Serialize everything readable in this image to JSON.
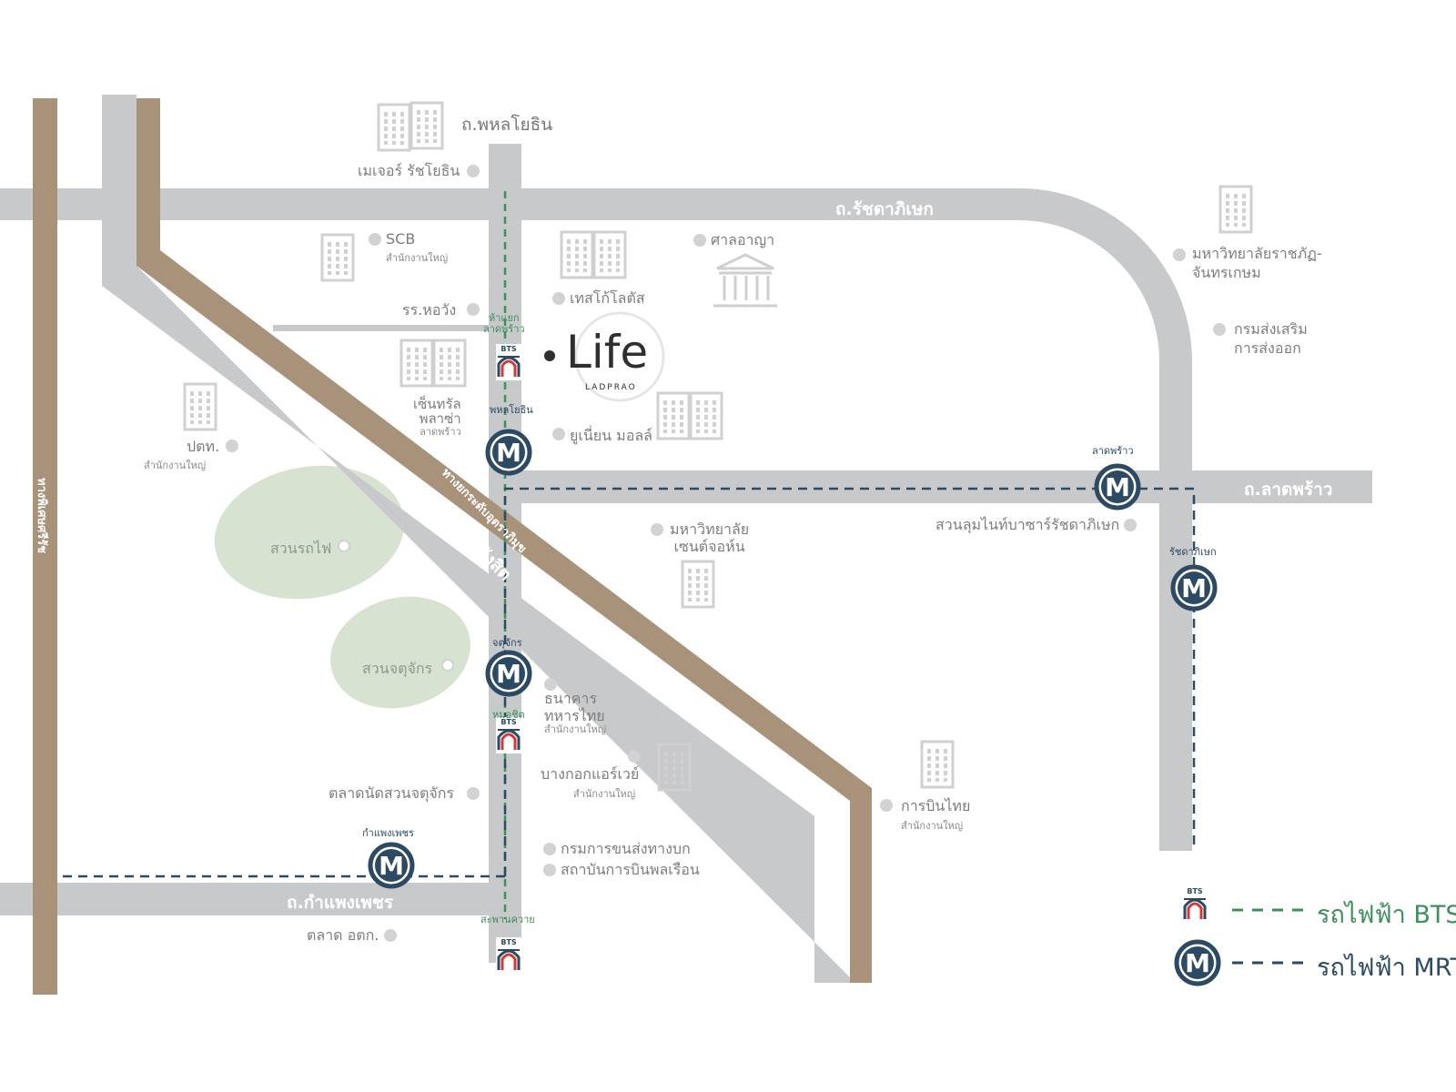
{
  "roads": {
    "phahonyothin": "ถ.พหลโยธิน",
    "ratchadaphisek": "ถ.รัชดาภิเษก",
    "ladprao": "ถ.ลาดพร้าว",
    "kamphaengphet": "ถ.กำแพงเพชร",
    "vibhavadi": "ถ.วิภาวดีรังสิต",
    "tollway": "ทางยกระดับอุตราภิมุข",
    "railway": "ทางพิเศษศรีรัช"
  },
  "places": {
    "major": "เมเจอร์ รัชโยธิน",
    "scb": "SCB",
    "scb_sub": "สำนักงานใหญ่",
    "court": "ศาลอาญา",
    "school": "รร.หอวัง",
    "lotus": "เทสโก้โลตัส",
    "central_1": "เซ็นทรัล",
    "central_2": "พลาซ่า",
    "central_3": "ลาดพร้าว",
    "ptt": "ปตท.",
    "ptt_sub": "สำนักงานใหญ่",
    "union": "ยูเนี่ยน มอลล์",
    "rajabhat_1": "มหาวิทยาลัยราชภัฏ-",
    "rajabhat_2": "จันทรเกษม",
    "export_1": "กรมส่งเสริม",
    "export_2": "การส่งออก",
    "csu_1": "มหาวิทยาลัย",
    "csu_2": "เซนต์จอห์น",
    "lumpini": "สวนลุมไนท์บาซาร์รัชดาภิเษก",
    "tmb_1": "ธนาคาร",
    "tmb_2": "ทหารไทย",
    "tmb_sub": "สำนักงานใหญ่",
    "bangkok_air": "บางกอกแอร์เวย์",
    "bangkok_air_sub": "สำนักงานใหญ่",
    "thai_air": "การบินไทย",
    "thai_air_sub": "สำนักงานใหญ่",
    "jj_market": "ตลาดนัดสวนจตุจักร",
    "dlt": "กรมการขนส่งทางบก",
    "aviation": "สถาบันการบินพลเรือน",
    "ort_market": "ตลาด อตก."
  },
  "parks": {
    "rotfai": "สวนรถไฟ",
    "chatuchak": "สวนจตุจักร"
  },
  "stations": {
    "ha_yaek_1": "ห้าแยก",
    "ha_yaek_2": "ลาดพร้าว",
    "phahon": "พหลโยธิน",
    "ladprao": "ลาดพร้าว",
    "ratchada": "รัชดาภิเษก",
    "chatuchak": "จตุจักร",
    "mochit": "หมอชิต",
    "kamphaeng": "กำแพงเพชร",
    "saphan_khwai": "สะพานควาย",
    "bts_badge": "BTS",
    "mrt_letter": "M"
  },
  "project": {
    "name": "Life",
    "sub": "LADPRAO"
  },
  "legend": {
    "bts": "รถไฟฟ้า BTS",
    "mrt": "รถไฟฟ้า MRT"
  },
  "colors": {
    "road": "#c8c9cb",
    "elevated": "#a89279",
    "park": "#d7e2d0",
    "bts_line": "#3d8f5c",
    "mrt_line": "#2c4a63"
  }
}
